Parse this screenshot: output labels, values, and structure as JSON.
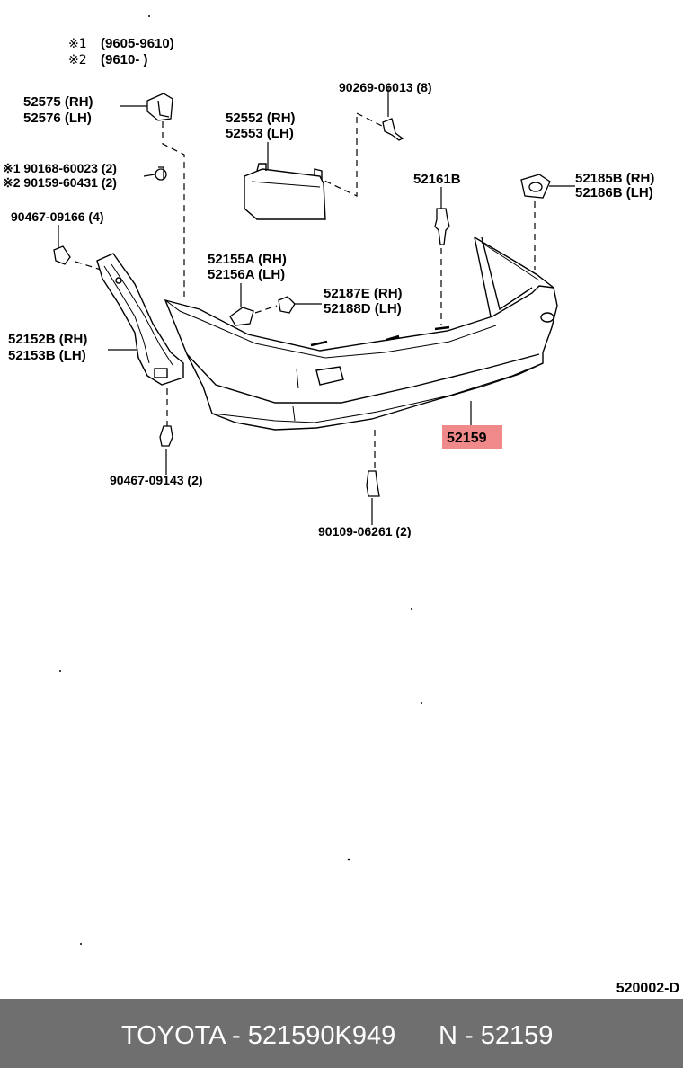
{
  "notes": {
    "n1_mark": "※1",
    "n1_range": "(9605-9610)",
    "n2_mark": "※2",
    "n2_range": "(9610-        )"
  },
  "callouts": {
    "p52575": "52575 (RH)",
    "p52576": "52576 (LH)",
    "p52552": "52552 (RH)",
    "p52553": "52553 (LH)",
    "p90269": "90269-06013 (8)",
    "p90168": "※1 90168-60023 (2)",
    "p90159": "※2 90159-60431 (2)",
    "p90467a": "90467-09166 (4)",
    "p52161b": "52161B",
    "p52185b": "52185B (RH)",
    "p52186b": "52186B (LH)",
    "p52155a": "52155A (RH)",
    "p52156a": "52156A (LH)",
    "p52187e": "52187E (RH)",
    "p52188d": "52188D (LH)",
    "p52152b": "52152B (RH)",
    "p52153b": "52153B (LH)",
    "p52159": "52159",
    "p90467b": "90467-09143 (2)",
    "p90109": "90109-06261 (2)"
  },
  "highlight_color": "#f08a8a",
  "ref_code": "520002-D",
  "footer": {
    "left": "TOYOTA - 521590K949",
    "right": "N - 52159"
  }
}
